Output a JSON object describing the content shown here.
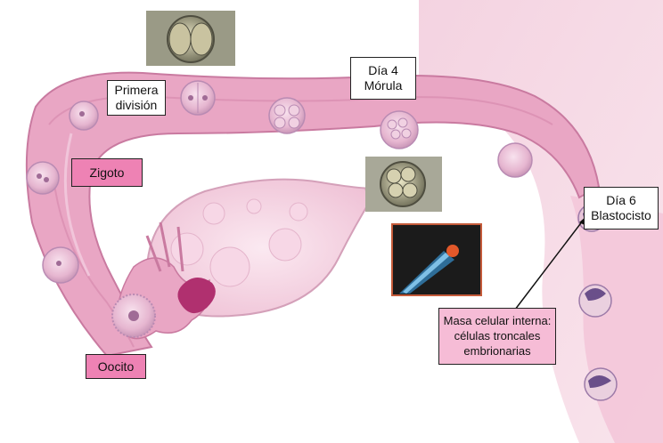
{
  "colors": {
    "tube_fill": "#e8a9c5",
    "tube_stroke": "#c97aa0",
    "uterus_fill": "#f6dbe6",
    "cell_fill": "#efc7db",
    "cell_stroke": "#b98bb3",
    "label_pink": "#ee82b4",
    "label_pink_light": "#f6bcd6",
    "arrow": "#111111"
  },
  "labels": {
    "primera_division": [
      "Primera",
      "división"
    ],
    "dia4": [
      "Día 4",
      "Mórula"
    ],
    "zigoto": "Zigoto",
    "dia6": [
      "Día 6",
      "Blastocisto"
    ],
    "masa": [
      "Masa celular interna:",
      "células troncales",
      "embrionarias"
    ],
    "oocito": "Oocito"
  },
  "photos": [
    "two-cell-embryo-photo",
    "morula-photo",
    "micropipette-photo"
  ]
}
